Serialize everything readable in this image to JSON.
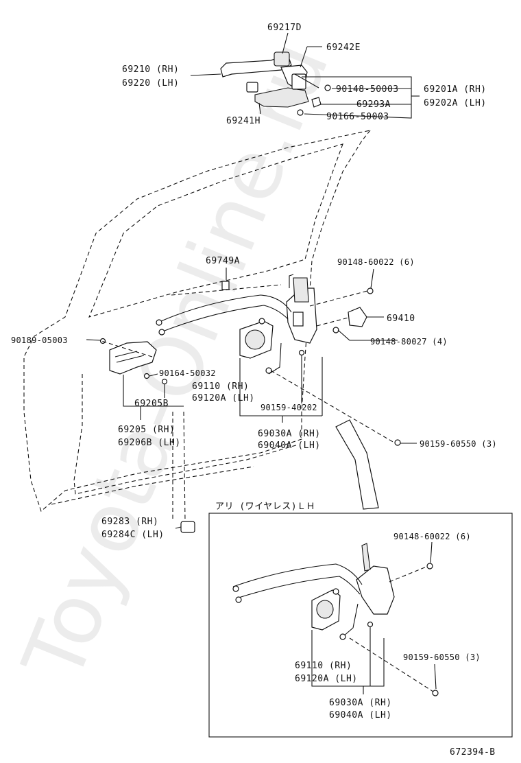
{
  "watermark": "Toyota-Online.ru",
  "figure_code": "672394-B",
  "inset_title": "アリ (ワイヤレス)ＬＨ",
  "labels": {
    "p69217D": "69217D",
    "p69242E": "69242E",
    "p69210": "69210 (RH)",
    "p69220": "69220 (LH)",
    "p90148_50003": "90148-50003",
    "p69201A": "69201A (RH)",
    "p69202A": "69202A (LH)",
    "p69293A": "69293A",
    "p69241H": "69241H",
    "p90166_50003": "90166-50003",
    "p69749A": "69749A",
    "p90148_60022": "90148-60022 (6)",
    "p69410": "69410",
    "p90148_80027": "90148-80027 (4)",
    "p90189_05003": "90189-05003",
    "p90164_50032": "90164-50032",
    "p69110": "69110  (RH)",
    "p69120A": "69120A (LH)",
    "p69205B": "69205B",
    "p90159_40202": "90159-40202",
    "p69205": "69205  (RH)",
    "p69206B": "69206B (LH)",
    "p69030A": "69030A (RH)",
    "p69040A": "69040A (LH)",
    "p90159_60550": "90159-60550 (3)",
    "p69283": "69283  (RH)",
    "p69284C": "69284C (LH)",
    "i90148_60022": "90148-60022 (6)",
    "i90159_60550": "90159-60550 (3)",
    "i69110": "69110  (RH)",
    "i69120A": "69120A (LH)",
    "i69030A": "69030A (RH)",
    "i69040A": "69040A (LH)"
  }
}
